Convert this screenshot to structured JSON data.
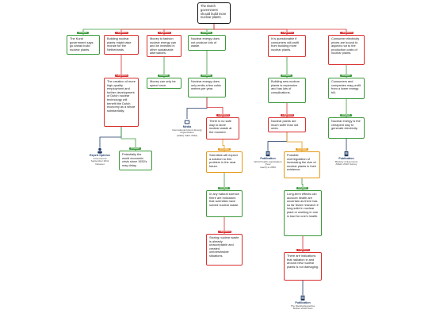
{
  "colors": {
    "support": "#3c9a3c",
    "objection": "#d93030",
    "rebuttal": "#e69a1a",
    "neutral": "#1f3a66",
    "line": "#333333"
  },
  "nodes": [
    {
      "id": "root",
      "kind": "root",
      "tag": "",
      "text": "The Dutch government should build more nuclear plants."
    },
    {
      "id": "n1",
      "kind": "support",
      "tag": "Reason",
      "text": "The Kurdi government says go ahead build nuclear plants."
    },
    {
      "id": "n2",
      "kind": "objection",
      "tag": "Objection",
      "text": "Building nuclear plants might raise morale for the Netherlands."
    },
    {
      "id": "n3",
      "kind": "objection",
      "tag": "Objection",
      "text": "Money to fashion nuclear energy can and be invested in other sustainable alternatives."
    },
    {
      "id": "n4",
      "kind": "support",
      "tag": "Reason",
      "text": "Nuclear energy does not produce lots of waste."
    },
    {
      "id": "n5",
      "kind": "objection",
      "tag": "Objection",
      "text": "It is questionable if consumers will profit from building more nuclear plants."
    },
    {
      "id": "n6",
      "kind": "objection",
      "tag": "Objection",
      "text": "Consumer electricity prices are bound to aspects not to the production costs of nuclear plants."
    },
    {
      "id": "n7",
      "kind": "objection",
      "tag": "Objection",
      "text": "The creation of more high-quality employment and further development of Dutch nuclear technology will benefit the Dutch economy as a whole substantially."
    },
    {
      "id": "n8",
      "kind": "support",
      "tag": "Reason",
      "text": "Money can only be spend once."
    },
    {
      "id": "n9",
      "kind": "support",
      "tag": "Reason",
      "text": "Nuclear energy does only emits a few cubic meters per year."
    },
    {
      "id": "n10",
      "kind": "support",
      "tag": "Reason",
      "text": "Building new nuclear plants is expensive and has lots of complications."
    },
    {
      "id": "n11",
      "kind": "support",
      "tag": "Reason",
      "text": "Consumers and companies may profit from a lower energy bill."
    },
    {
      "id": "n12",
      "kind": "support",
      "tag": "Reason",
      "text": "Potentially the world economic crisis since 1930's may delay."
    },
    {
      "id": "n13",
      "kind": "objection",
      "tag": "Objection",
      "text": "There is no safe way to store nuclear waste at the moment."
    },
    {
      "id": "n14",
      "kind": "objection",
      "tag": "Objection",
      "text": "Nuclear plants are much safer than old ones."
    },
    {
      "id": "n15",
      "kind": "support",
      "tag": "Reason",
      "text": "Nuclear energy is the cheapest way to generate electricity."
    },
    {
      "id": "n16",
      "kind": "rebuttal",
      "tag": "Rebuttal",
      "text": "Scientists will expect a solution to this problem in the near future."
    },
    {
      "id": "n17",
      "kind": "rebuttal",
      "tag": "Rebuttal",
      "text": "Possible overregulation of increasing the size of nuclear plants in their existence."
    },
    {
      "id": "n18",
      "kind": "support",
      "tag": "Reason",
      "text": "In any natural science there are indicators that scientists have solved nuclear waste."
    },
    {
      "id": "n19",
      "kind": "support",
      "tag": "Reason",
      "text": "Long-term effects can account health are uncertain as there has so far fewer research if long solid in nuclear plant or working in one in bad for one's health."
    },
    {
      "id": "n20",
      "kind": "objection",
      "tag": "Objection",
      "text": "Storing nuclear waste is already unacceptable and created unforeseeable situations."
    },
    {
      "id": "n21",
      "kind": "objection",
      "tag": "Objection",
      "text": "There are indications that radiation in and around new nuclear plants is not damaging."
    }
  ],
  "sources": [
    {
      "id": "s1",
      "kind": "expert",
      "title": "Expert Opinion",
      "lines": [
        "Government",
        "September 2011",
        "Netweet"
      ]
    },
    {
      "id": "s2",
      "kind": "media",
      "title": "Media",
      "lines": [
        "International Atomic Energy",
        "Organization",
        "(IAEA) IAEC 2020)"
      ]
    },
    {
      "id": "s3",
      "kind": "publication",
      "title": "Publication",
      "lines": [
        "World health organisation (how",
        "reach) to 2050"
      ]
    },
    {
      "id": "s4",
      "kind": "publication",
      "title": "Publication",
      "lines": [
        "Ministry of Economic",
        "Affairs 2010 Survey"
      ]
    },
    {
      "id": "s5",
      "kind": "publication",
      "title": "Publication",
      "lines": [
        "The Medical Expertise",
        "Bodies 2018 Nord"
      ]
    }
  ],
  "edges": [
    [
      "n1",
      "root"
    ],
    [
      "n2",
      "root"
    ],
    [
      "n3",
      "root"
    ],
    [
      "n4",
      "root"
    ],
    [
      "n5",
      "root"
    ],
    [
      "n6",
      "root"
    ],
    [
      "n7",
      "n2"
    ],
    [
      "n8",
      "n3"
    ],
    [
      "n9",
      "n4"
    ],
    [
      "n10",
      "n5"
    ],
    [
      "n11",
      "n6"
    ],
    [
      "s1",
      "n7"
    ],
    [
      "n12",
      "n7"
    ],
    [
      "s2",
      "n9"
    ],
    [
      "n13",
      "n9"
    ],
    [
      "n14",
      "n10"
    ],
    [
      "n15",
      "n11"
    ],
    [
      "n16",
      "n13"
    ],
    [
      "s3",
      "n14"
    ],
    [
      "n17",
      "n14"
    ],
    [
      "s4",
      "n15"
    ],
    [
      "n18",
      "n16"
    ],
    [
      "n19",
      "n17"
    ],
    [
      "n20",
      "n18"
    ],
    [
      "n21",
      "n19"
    ],
    [
      "s5",
      "n21"
    ]
  ]
}
